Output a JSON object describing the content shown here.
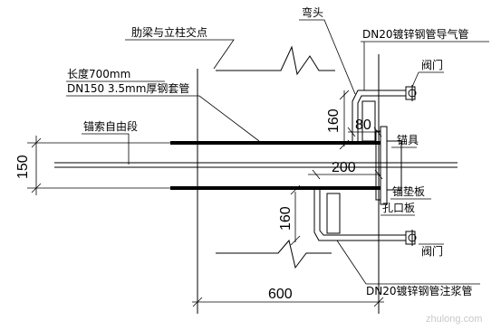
{
  "labels": {
    "beam_column": "肋梁与立柱交点",
    "elbow": "弯头",
    "vent_pipe": "DN20镀锌钢管导气管",
    "length": "长度700mm",
    "casing": "DN150  3.5mm厚钢套管",
    "valve_top": "阀门",
    "free_segment": "锚索自由段",
    "anchor": "锚具",
    "bearing_plate": "锚垫板",
    "orifice_plate": "孔口板",
    "valve_bottom": "阀门",
    "grout_pipe": "DN20镀锌钢管注浆管"
  },
  "dimensions": {
    "d150": "150",
    "d160_top": "160",
    "d80": "80",
    "d200": "200",
    "d160_bottom": "160",
    "d600": "600"
  },
  "watermark": "zhulong.com"
}
